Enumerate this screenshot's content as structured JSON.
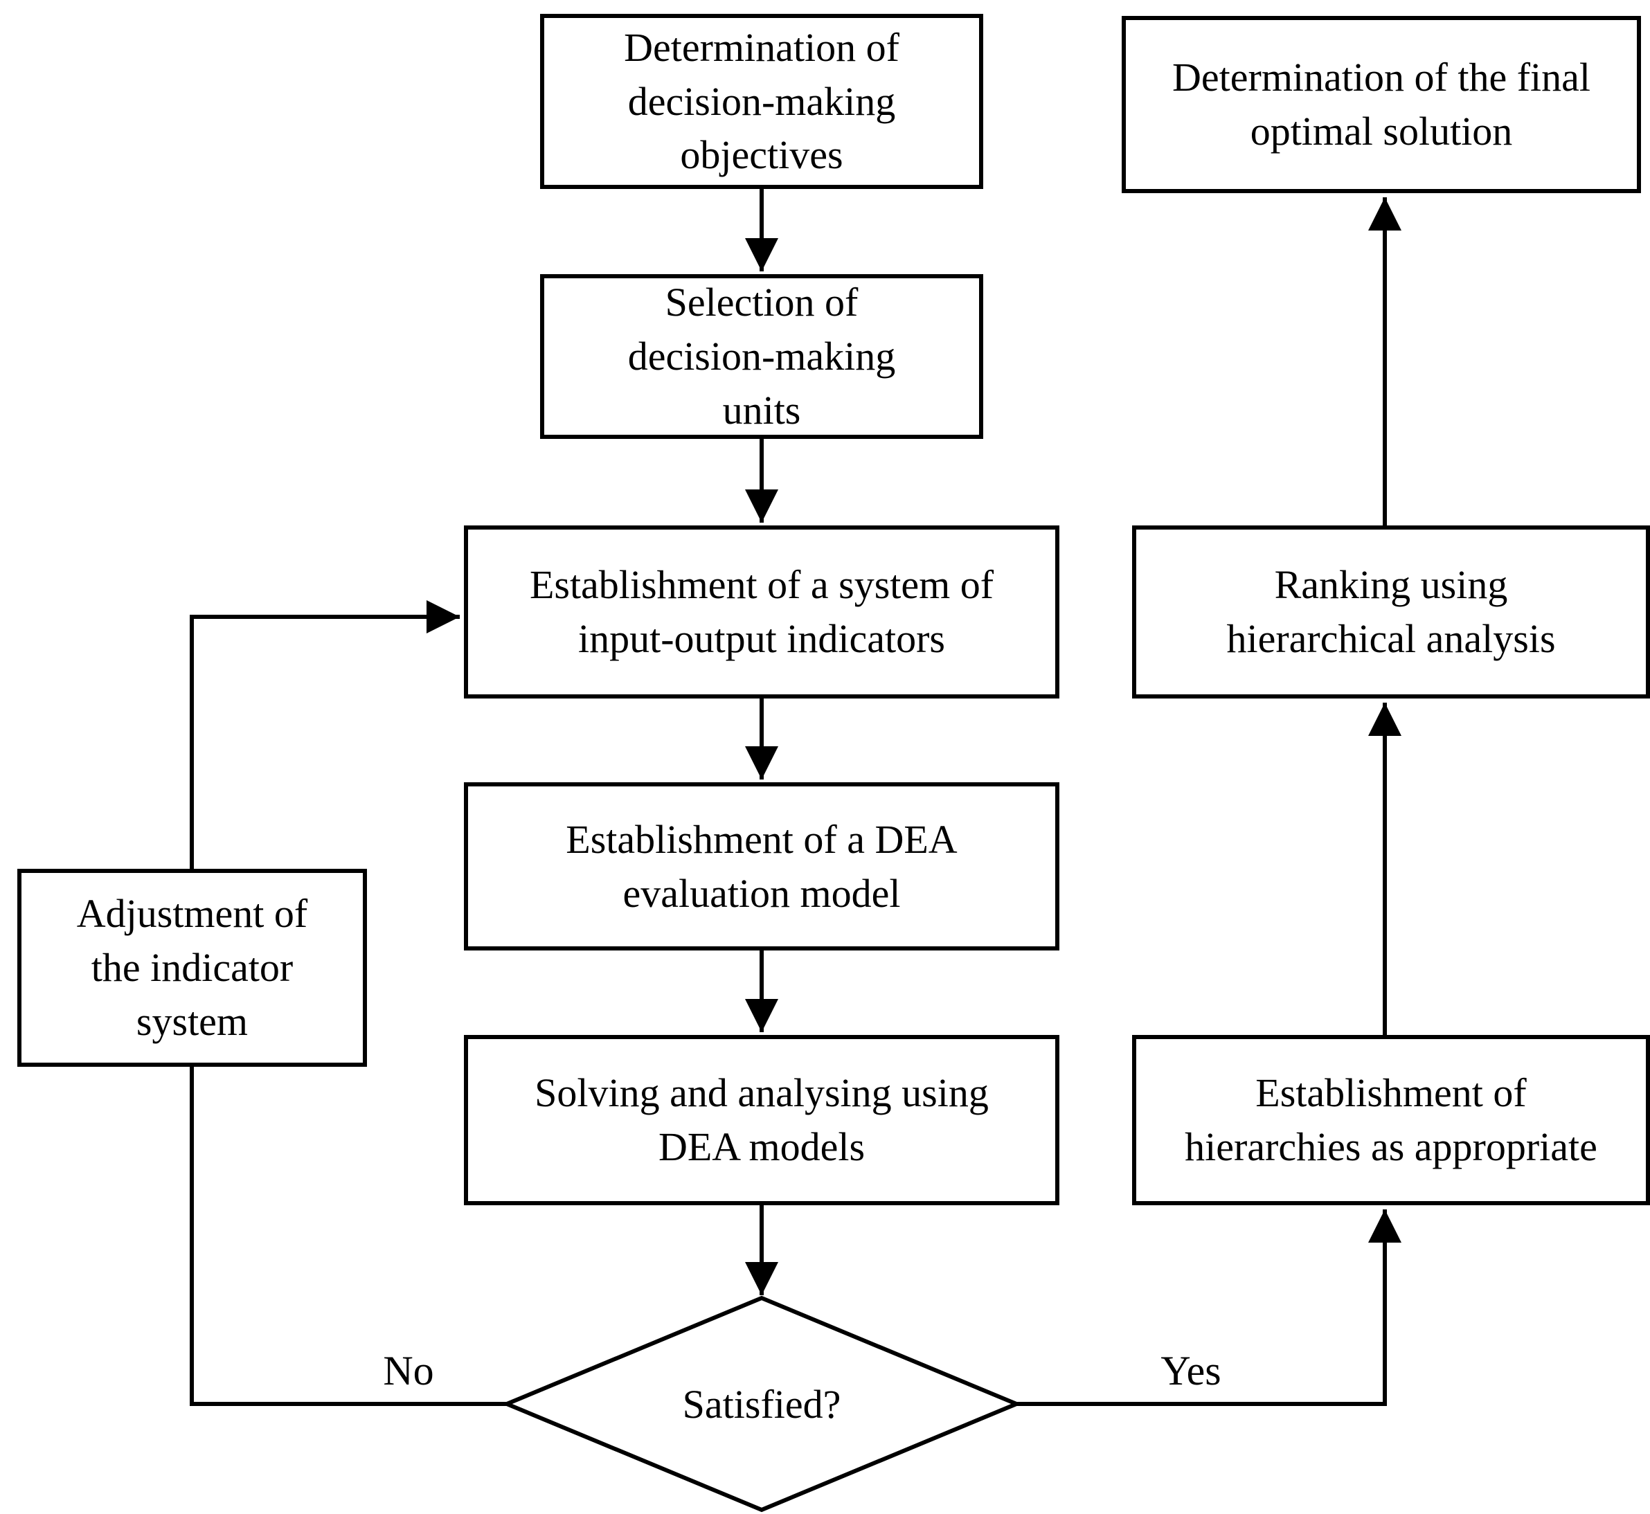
{
  "diagram": {
    "title": "DEA decision-making flowchart",
    "colors": {
      "line": "#000000",
      "box_fill": "#ffffff",
      "background": "#ffffff",
      "text": "#000000"
    },
    "nodes": {
      "objectives": {
        "label": "Determination of\ndecision-making\nobjectives"
      },
      "units": {
        "label": "Selection of\ndecision-making\nunits"
      },
      "indicators": {
        "label": "Establishment of a system of\ninput-output indicators"
      },
      "dea_model": {
        "label": "Establishment of a DEA\nevaluation model"
      },
      "solving": {
        "label": "Solving and analysing using\nDEA models"
      },
      "decision": {
        "label": "Satisfied?"
      },
      "adjustment": {
        "label": "Adjustment of\nthe indicator\nsystem"
      },
      "final_solution": {
        "label": "Determination of the final\noptimal solution"
      },
      "ranking": {
        "label": "Ranking using\nhierarchical analysis"
      },
      "hierarchies": {
        "label": "Establishment of\nhierarchies as appropriate"
      }
    },
    "edge_labels": {
      "no": "No",
      "yes": "Yes"
    }
  }
}
